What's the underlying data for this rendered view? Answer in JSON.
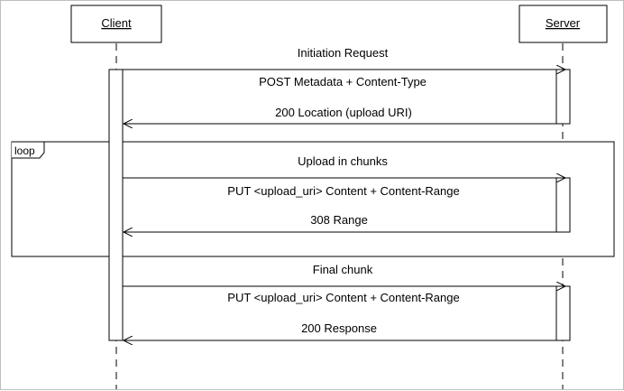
{
  "participants": {
    "client": "Client",
    "server": "Server"
  },
  "fragment": {
    "operator": "loop"
  },
  "messages": {
    "initiation_request": "Initiation Request",
    "post_metadata": "POST Metadata + Content-Type",
    "location_response": "200 Location (upload URI)",
    "upload_in_chunks": "Upload in chunks",
    "put_chunk": "PUT <upload_uri> Content + Content-Range",
    "range_308": "308 Range",
    "final_chunk": "Final chunk",
    "put_final": "PUT <upload_uri> Content + Content-Range",
    "response_200": "200 Response"
  }
}
